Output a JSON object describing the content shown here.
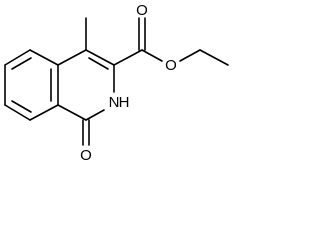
{
  "molecule": {
    "atoms": {
      "ring_oxygen_1": "O",
      "ring_oxygen_2": "O",
      "nitrogen": "N",
      "nitrogen_hydrogen": "H",
      "carbonyl_oxygen": "O"
    }
  }
}
